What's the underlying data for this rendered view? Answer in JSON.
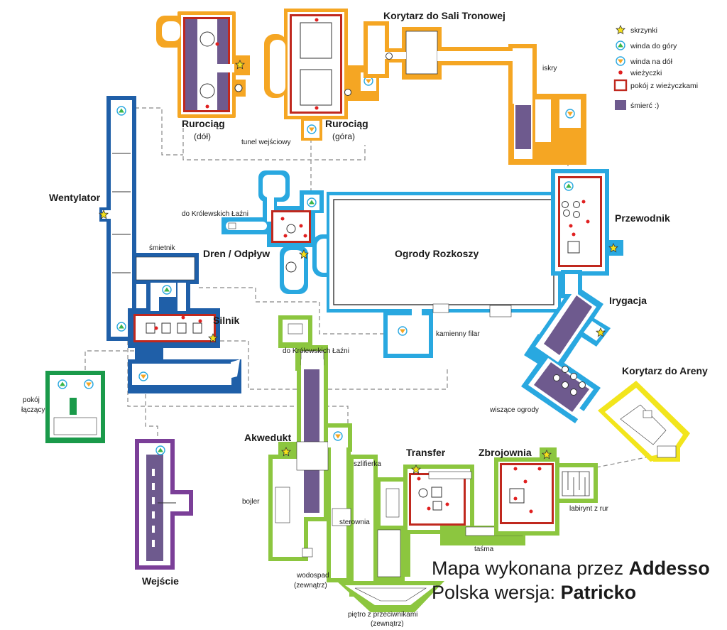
{
  "colors": {
    "orange": "#f5a623",
    "blue_dark": "#1f5fa8",
    "blue_light": "#29a8e0",
    "green_light": "#8cc63f",
    "green_dark": "#1a9a4a",
    "purple": "#7b3f98",
    "yellow": "#f2e51c",
    "turret_red": "#e02020",
    "death_purple": "#6e5a8e",
    "outline": "#333333"
  },
  "legend": {
    "items": [
      {
        "icon": "star-icon",
        "label": "skrzynki"
      },
      {
        "icon": "elevator-up-icon",
        "label": "winda do góry"
      },
      {
        "icon": "elevator-down-icon",
        "label": "winda na dół"
      },
      {
        "icon": "turret-dot-icon",
        "label": "wieżyczki"
      },
      {
        "icon": "turret-room-icon",
        "label": "pokój z wieżyczkami"
      },
      {
        "icon": "death-zone-icon",
        "label": "śmierć :)"
      }
    ]
  },
  "areas": {
    "korytarz_tron": "Korytarz do Sali Tronowej",
    "iskry": "iskry",
    "rurociag": "Rurociąg",
    "rurociag_dol": "(dół)",
    "rurociag_gora": "(góra)",
    "tunel": "tunel wejściowy",
    "wentylator": "Wentylator",
    "do_lazni_1": "do Królewskich Łaźni",
    "dren": "Dren / Odpływ",
    "ogrody": "Ogrody Rozkoszy",
    "przewodnik": "Przewodnik",
    "smietnik": "śmietnik",
    "silnik": "Silnik",
    "irygacja": "Irygacja",
    "kamienny": "kamienny filar",
    "do_lazni_2": "do Królewskich Łaźni",
    "korytarz_areny": "Korytarz do Areny",
    "wiszace": "wiszące ogrody",
    "pokoj_1": "pokój",
    "pokoj_2": "łączący",
    "akwedukt": "Akwedukt",
    "szlifierka": "szlifierka",
    "transfer": "Transfer",
    "zbrojownia": "Zbrojownia",
    "labirynt": "labirynt z rur",
    "bojler": "bojler",
    "sterownia": "sterownia",
    "tasma": "taśma",
    "wodospad_1": "wodospad",
    "wodospad_2": "(zewnątrz)",
    "pietro_1": "piętro z przeciwnikami",
    "pietro_2": "(zewnątrz)",
    "wejscie": "Wejście"
  },
  "credits": {
    "line1_prefix": "Mapa wykonana przez ",
    "line1_name": "Addesso",
    "line2_prefix": "Polska wersja: ",
    "line2_name": "Patricko"
  }
}
